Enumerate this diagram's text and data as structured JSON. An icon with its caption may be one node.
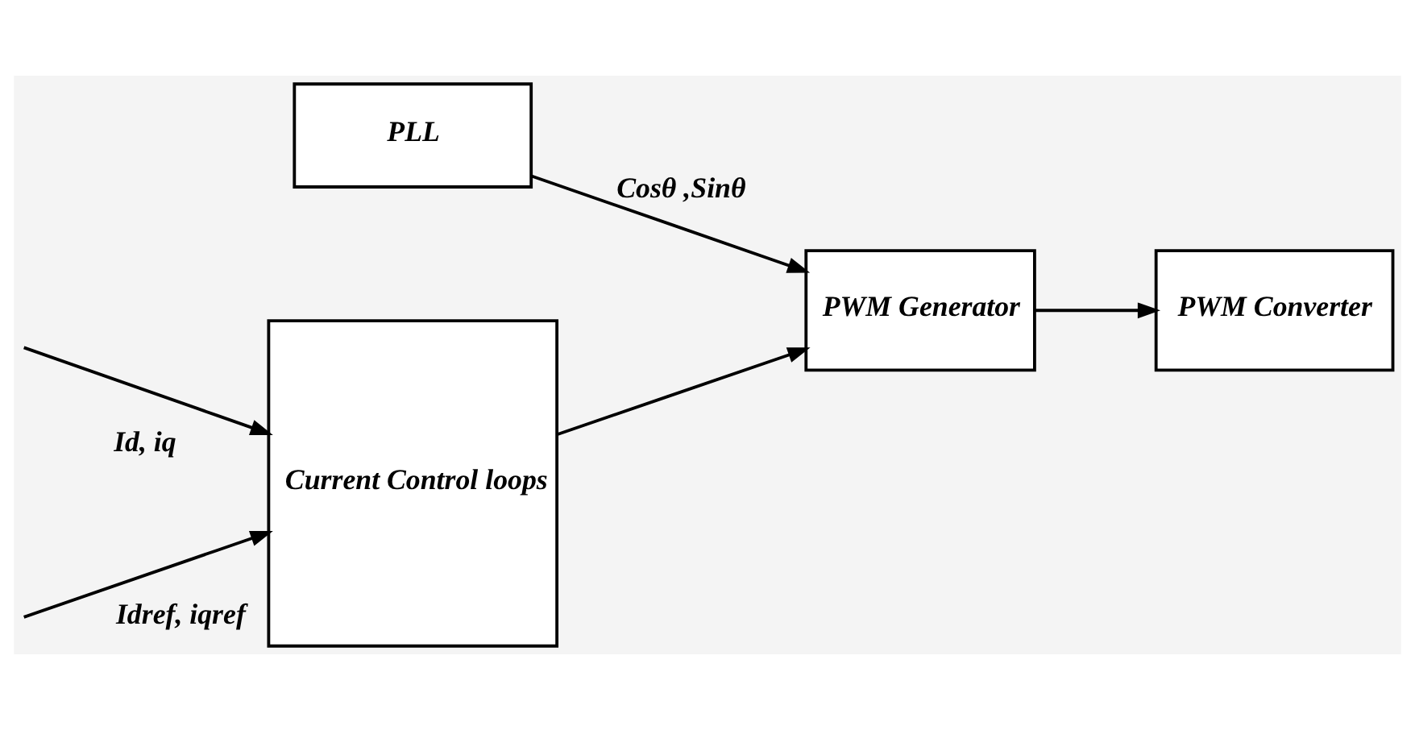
{
  "diagram": {
    "nodes": [
      {
        "text": [
          "Current Control loops"
        ]
      },
      {
        "text": [
          "PWM Generator"
        ]
      },
      {
        "text": [
          "PWM Converter"
        ]
      },
      {
        "text": [
          "PLL"
        ]
      }
    ],
    "edges": [
      {
        "from": null,
        "to": 0,
        "arrow": "to",
        "label": "Id, iq"
      },
      {
        "from": null,
        "to": 0,
        "arrow": "to",
        "label": "Idref, iqref"
      },
      {
        "from": 0,
        "to": 1,
        "arrow": "to"
      },
      {
        "from": 1,
        "to": 2,
        "arrow": "to"
      },
      {
        "from": 3,
        "to": 1,
        "arrow": "to",
        "label": "Cosθ ,Sinθ"
      }
    ]
  }
}
